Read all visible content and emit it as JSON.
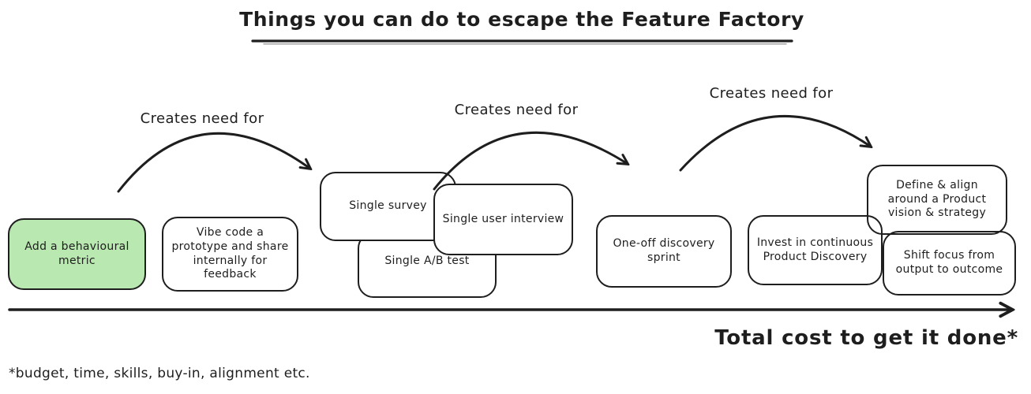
{
  "title": "Things you can do to escape the Feature Factory",
  "arrow_labels": [
    "Creates need for",
    "Creates need for",
    "Creates need for"
  ],
  "boxes": {
    "add_metric": {
      "label": "Add a behavioural\nmetric",
      "highlighted": true
    },
    "vibe_code": {
      "label": "Vibe code a\nprototype and share\ninternally for\nfeedback"
    },
    "single_survey": {
      "label": "Single survey"
    },
    "single_ab_test": {
      "label": "Single A/B test"
    },
    "single_user_interview": {
      "label": "Single user interview"
    },
    "one_off_sprint": {
      "label": "One-off discovery\nsprint"
    },
    "continuous_discovery": {
      "label": "Invest in continuous\nProduct Discovery"
    },
    "define_vision": {
      "label": "Define & align\naround a Product\nvision & strategy"
    },
    "shift_focus": {
      "label": "Shift focus from\noutput to outcome"
    }
  },
  "axis_label": "Total cost to get it done*",
  "footnote": "*budget, time, skills, buy-in, alignment etc.",
  "colors": {
    "stroke": "#1e1e1e",
    "highlight_green": "#b9e8b0",
    "background": "#ffffff"
  }
}
